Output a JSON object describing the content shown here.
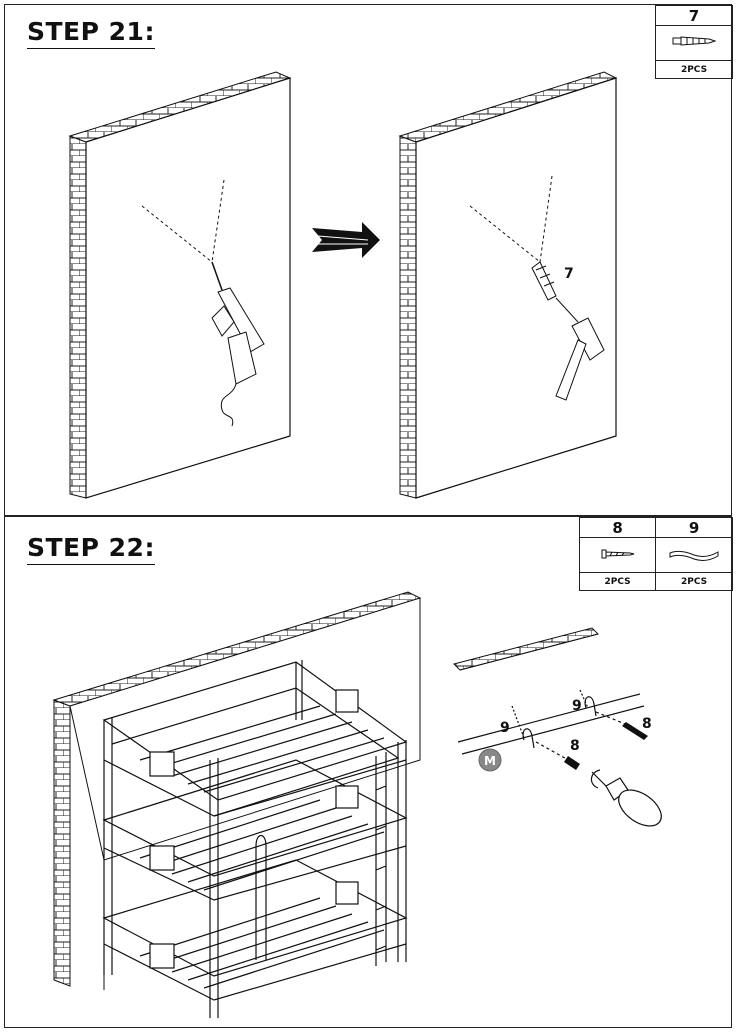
{
  "step21": {
    "title": "STEP 21:",
    "part": {
      "number": "7",
      "qty": "2PCS",
      "icon": "wall-anchor-icon"
    },
    "callout": "7"
  },
  "step22": {
    "title": "STEP 22:",
    "parts": [
      {
        "number": "8",
        "qty": "2PCS",
        "icon": "screw-icon"
      },
      {
        "number": "9",
        "qty": "2PCS",
        "icon": "strap-bracket-icon"
      }
    ],
    "callouts": {
      "strap_a": "9",
      "strap_b": "9",
      "screw_a": "8",
      "screw_b": "8",
      "badge": "M"
    }
  }
}
